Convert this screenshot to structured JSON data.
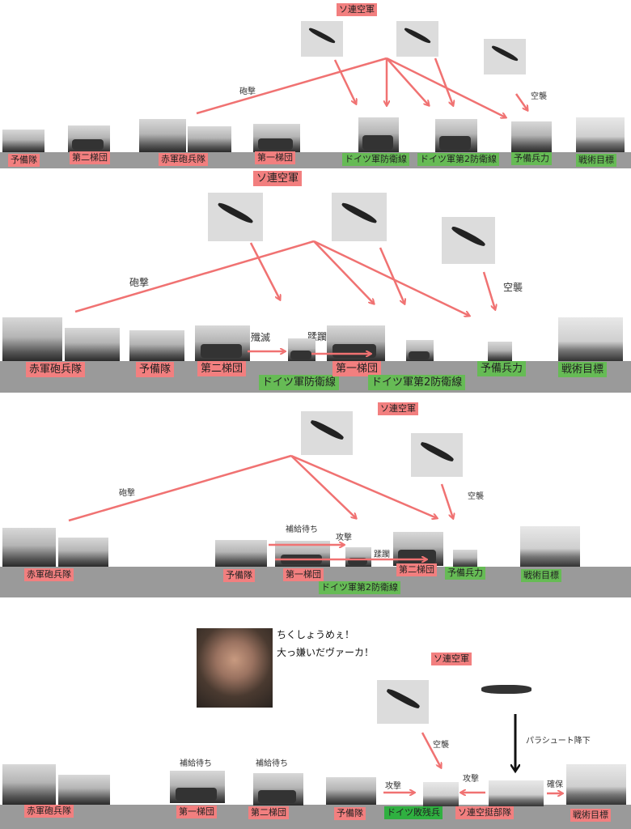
{
  "panel1": {
    "air_force": "ソ連空軍",
    "notes": {
      "bombard": "砲撃",
      "air_raid": "空襲"
    },
    "labels": {
      "reserve": "予備隊",
      "second_echelon": "第二梯団",
      "artillery": "赤軍砲兵隊",
      "first_echelon": "第一梯団",
      "german_line": "ドイツ軍防衛線",
      "german_line2": "ドイツ軍第2防衛線",
      "reserve_force": "予備兵力",
      "objective": "戦術目標"
    }
  },
  "panel2": {
    "air_force": "ソ連空軍",
    "notes": {
      "bombard": "砲撃",
      "air_raid": "空襲",
      "annihilate": "殲滅",
      "overrun": "蹂躙"
    },
    "labels": {
      "artillery": "赤軍砲兵隊",
      "reserve": "予備隊",
      "second_echelon": "第二梯団",
      "german_line": "ドイツ軍防衛線",
      "first_echelon": "第一梯団",
      "german_line2": "ドイツ軍第2防衛線",
      "reserve_force": "予備兵力",
      "objective": "戦術目標"
    }
  },
  "panel3": {
    "air_force": "ソ連空軍",
    "notes": {
      "bombard": "砲撃",
      "air_raid": "空襲",
      "awaiting_supply": "補給待ち",
      "attack": "攻撃",
      "overrun": "蹂躙"
    },
    "labels": {
      "artillery": "赤軍砲兵隊",
      "reserve": "予備隊",
      "first_echelon": "第一梯団",
      "german_line2": "ドイツ軍第2防衛線",
      "second_echelon": "第二梯団",
      "reserve_force": "予備兵力",
      "objective": "戦術目標"
    }
  },
  "panel4": {
    "speech": [
      "ちくしょうめぇ！",
      "大っ嫌いだヴァーカ！"
    ],
    "air_force": "ソ連空軍",
    "notes": {
      "air_raid": "空襲",
      "parachute": "パラシュート降下",
      "awaiting_supply_1": "補給待ち",
      "awaiting_supply_2": "補給待ち",
      "attack_1": "攻撃",
      "attack_2": "攻撃",
      "secure": "確保"
    },
    "labels": {
      "artillery": "赤軍砲兵隊",
      "first_echelon": "第一梯団",
      "second_echelon": "第二梯団",
      "reserve": "予備隊",
      "german_remnants": "ドイツ敗残兵",
      "airborne": "ソ連空挺部隊",
      "objective": "戦術目標"
    }
  },
  "colors": {
    "soviet": "#f27f7f",
    "german": "#66bb55",
    "arrow": "#f07272",
    "ground": "#9a9a9a"
  }
}
